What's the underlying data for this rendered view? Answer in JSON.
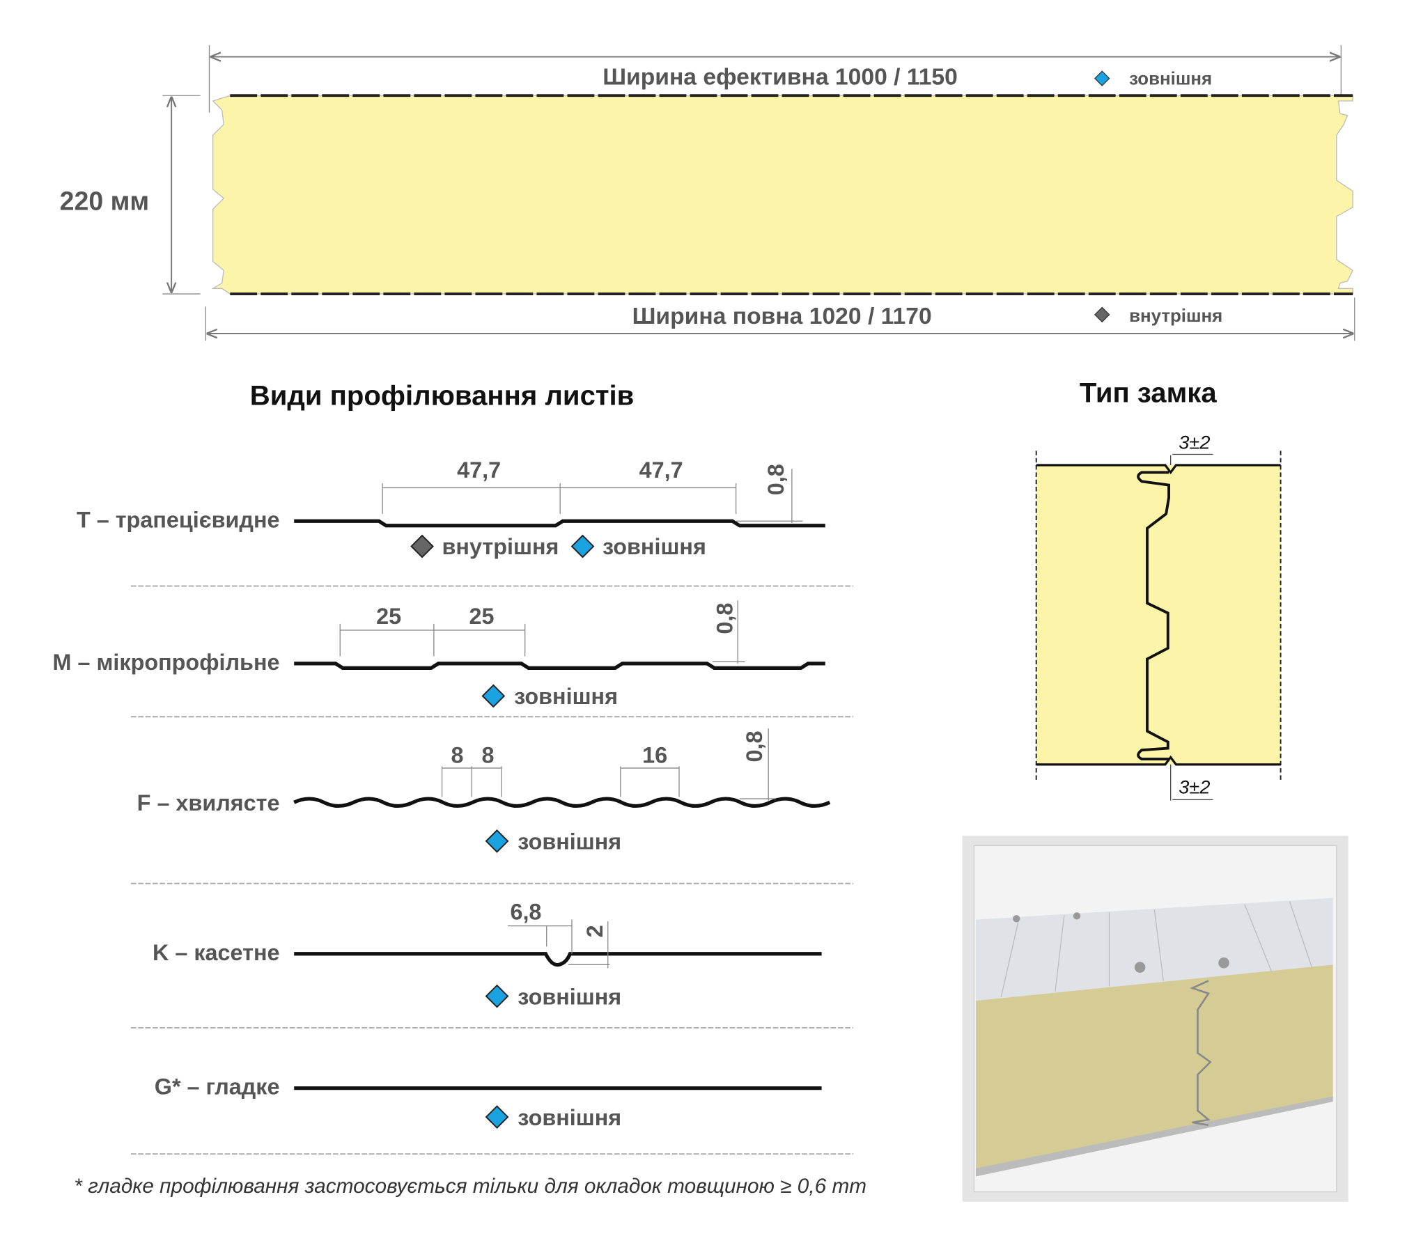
{
  "panel": {
    "effective_width_label": "Ширина ефективна 1000 / 1150",
    "full_width_label": "Ширина повна 1020 / 1170",
    "thickness_label": "220 мм",
    "outer_legend": "зовнішня",
    "inner_legend": "внутрішня"
  },
  "profiles": {
    "title": "Види профілювання листів",
    "items": [
      {
        "label": "T – трапецієвидне",
        "dims": [
          "47,7",
          "47,7",
          "0,8"
        ],
        "legend": [
          "внутрішня",
          "зовнішня"
        ]
      },
      {
        "label": "M – мікропрофільне",
        "dims": [
          "25",
          "25",
          "0,8"
        ],
        "legend": [
          "зовнішня"
        ]
      },
      {
        "label": "F – хвилясте",
        "dims": [
          "8",
          "8",
          "16",
          "0,8"
        ],
        "legend": [
          "зовнішня"
        ]
      },
      {
        "label": "K – касетне",
        "dims": [
          "6,8",
          "2"
        ],
        "legend": [
          "зовнішня"
        ]
      },
      {
        "label": "G* – гладке",
        "dims": [],
        "legend": [
          "зовнішня"
        ]
      }
    ],
    "footnote": "* гладке профілювання застосовується тільки для окладок товщиною ≥ 0,6 mm"
  },
  "lock": {
    "title": "Тип замка",
    "gap_top": "3±2",
    "gap_bottom": "3±2"
  },
  "colors": {
    "outer": "#1aa3e0",
    "inner": "#666666",
    "foam": "#fcf4a8"
  }
}
